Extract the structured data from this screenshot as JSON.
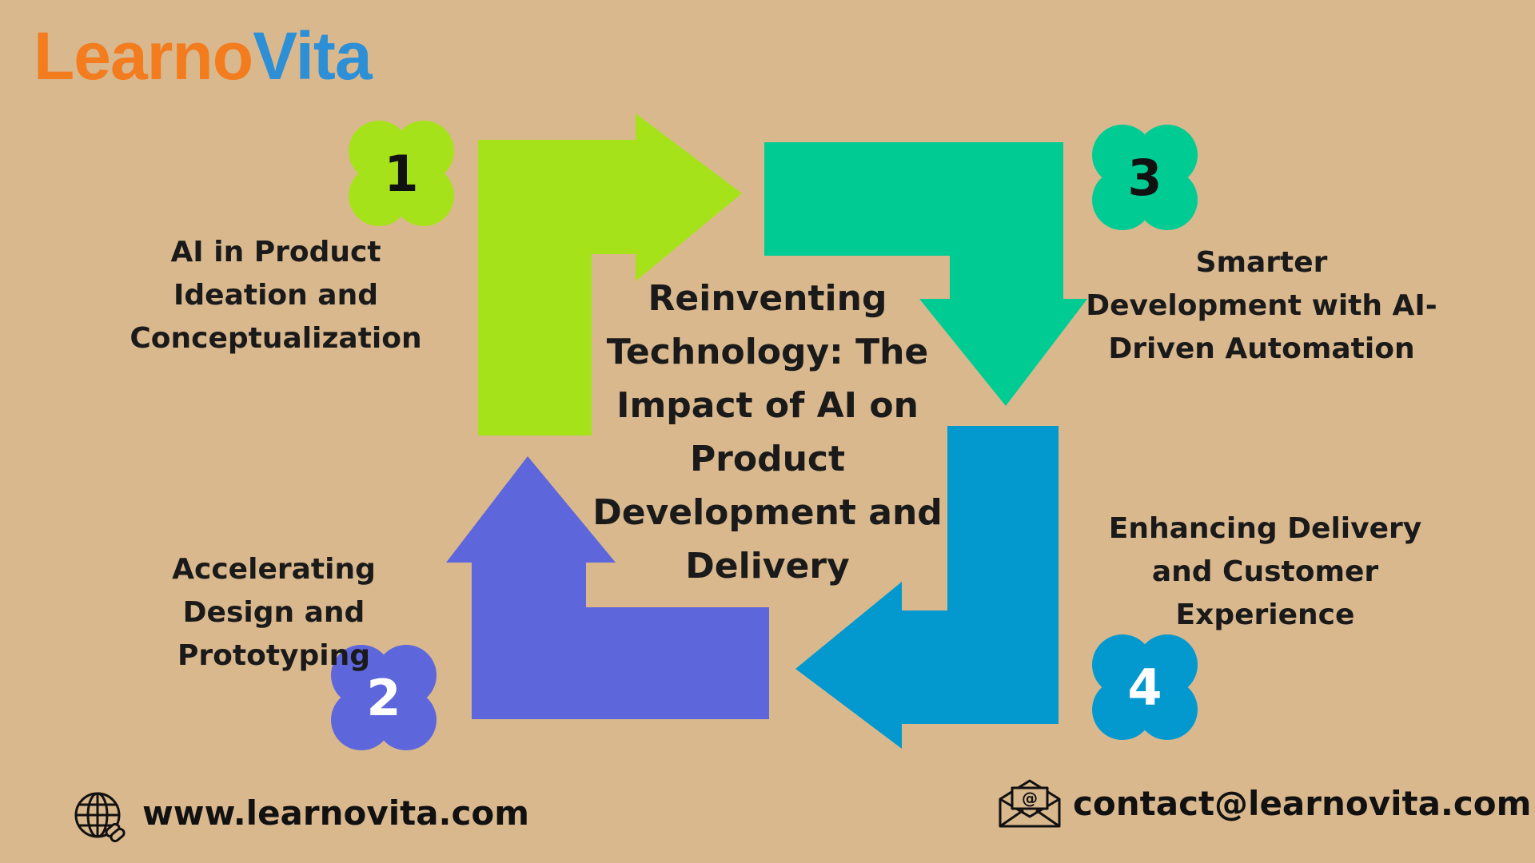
{
  "brand": {
    "logo_part1": "Learno",
    "logo_part2": "Vita",
    "primary_color": "#F27C1E",
    "secondary_color": "#2D8FD5"
  },
  "center": {
    "title": "Reinventing Technology: The Impact of AI on Product Development and Delivery"
  },
  "steps": [
    {
      "number": "1",
      "label": "AI in Product Ideation and Conceptualization",
      "color": "#A6E21A"
    },
    {
      "number": "2",
      "label": "Accelerating Design and Prototyping",
      "color": "#5E66DB"
    },
    {
      "number": "3",
      "label": "Smarter Development with AI-Driven Automation",
      "color": "#00CB93"
    },
    {
      "number": "4",
      "label": "Enhancing Delivery and Customer Experience",
      "color": "#0399CF"
    }
  ],
  "footer": {
    "website": "www.learnovita.com",
    "email": "contact@learnovita.com",
    "website_icon": "globe-icon",
    "email_icon": "envelope-icon"
  }
}
